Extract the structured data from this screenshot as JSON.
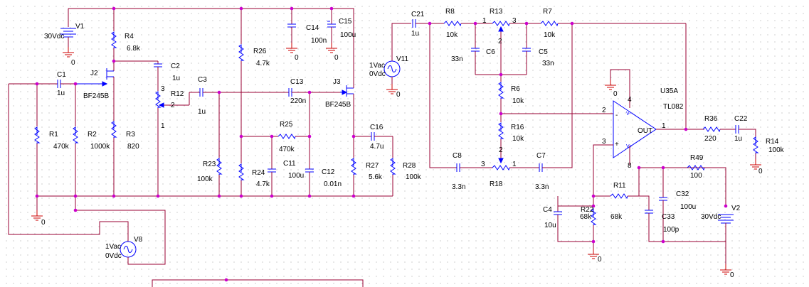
{
  "colors": {
    "wire": "#990033",
    "part": "#0000ff",
    "ground": "#cc0000",
    "junction": "#cc00cc",
    "grid": "#c9c9c9"
  },
  "labels": [
    {
      "id": "v1-val",
      "text": "30Vdc"
    },
    {
      "id": "v1-name",
      "text": "V1"
    },
    {
      "id": "v1-gnd",
      "text": "0"
    },
    {
      "id": "r4-name",
      "text": "R4"
    },
    {
      "id": "r4-val",
      "text": "6.8k"
    },
    {
      "id": "c2-name",
      "text": "C2"
    },
    {
      "id": "c2-val",
      "text": "1u"
    },
    {
      "id": "j2-name",
      "text": "J2"
    },
    {
      "id": "j2-model",
      "text": "BF245B"
    },
    {
      "id": "c1-name",
      "text": "C1"
    },
    {
      "id": "c1-val",
      "text": "1u"
    },
    {
      "id": "r12-pin3",
      "text": "3"
    },
    {
      "id": "r12-name",
      "text": "R12"
    },
    {
      "id": "r12-pin2",
      "text": "2"
    },
    {
      "id": "r12-pin1",
      "text": "1"
    },
    {
      "id": "c3-name",
      "text": "C3"
    },
    {
      "id": "c3-val",
      "text": "1u"
    },
    {
      "id": "r1-name",
      "text": "R1"
    },
    {
      "id": "r1-val",
      "text": "470k"
    },
    {
      "id": "r2-name",
      "text": "R2"
    },
    {
      "id": "r2-val",
      "text": "1000k"
    },
    {
      "id": "r3-name",
      "text": "R3"
    },
    {
      "id": "r3-val",
      "text": "820"
    },
    {
      "id": "gnd-left",
      "text": "0"
    },
    {
      "id": "v8-name",
      "text": "V8"
    },
    {
      "id": "v8-ac",
      "text": "1Vac"
    },
    {
      "id": "v8-dc",
      "text": "0Vdc"
    },
    {
      "id": "r26-name",
      "text": "R26"
    },
    {
      "id": "r26-val",
      "text": "4.7k"
    },
    {
      "id": "c14-name",
      "text": "C14"
    },
    {
      "id": "c14-val",
      "text": "100n"
    },
    {
      "id": "c14-gnd",
      "text": "0"
    },
    {
      "id": "c15-name",
      "text": "C15"
    },
    {
      "id": "c15-val",
      "text": "100u"
    },
    {
      "id": "c15-gnd",
      "text": "0"
    },
    {
      "id": "c13-name",
      "text": "C13"
    },
    {
      "id": "c13-val",
      "text": "220n"
    },
    {
      "id": "j3-name",
      "text": "J3"
    },
    {
      "id": "j3-model",
      "text": "BF245B"
    },
    {
      "id": "r25-name",
      "text": "R25"
    },
    {
      "id": "r25-val",
      "text": "470k"
    },
    {
      "id": "r23-name",
      "text": "R23"
    },
    {
      "id": "r23-val",
      "text": "100k"
    },
    {
      "id": "r24-name",
      "text": "R24"
    },
    {
      "id": "r24-val",
      "text": "4.7k"
    },
    {
      "id": "c11-name",
      "text": "C11"
    },
    {
      "id": "c11-val",
      "text": "100u"
    },
    {
      "id": "c12-name",
      "text": "C12"
    },
    {
      "id": "c12-val",
      "text": "0.01n"
    },
    {
      "id": "c16-name",
      "text": "C16"
    },
    {
      "id": "c16-val",
      "text": "4.7u"
    },
    {
      "id": "r27-name",
      "text": "R27"
    },
    {
      "id": "r27-val",
      "text": "5.6k"
    },
    {
      "id": "r28-name",
      "text": "R28"
    },
    {
      "id": "r28-val",
      "text": "100k"
    },
    {
      "id": "c21-name",
      "text": "C21"
    },
    {
      "id": "c21-val",
      "text": "1u"
    },
    {
      "id": "v11-name",
      "text": "V11"
    },
    {
      "id": "v11-ac",
      "text": "1Vac"
    },
    {
      "id": "v11-dc",
      "text": "0Vdc"
    },
    {
      "id": "v11-gnd",
      "text": "0"
    },
    {
      "id": "r8-name",
      "text": "R8"
    },
    {
      "id": "r8-val",
      "text": "10k"
    },
    {
      "id": "r13-name",
      "text": "R13"
    },
    {
      "id": "r13-pin1",
      "text": "1"
    },
    {
      "id": "r13-pin3",
      "text": "3"
    },
    {
      "id": "r13-pin2",
      "text": "2"
    },
    {
      "id": "r7-name",
      "text": "R7"
    },
    {
      "id": "r7-val",
      "text": "10k"
    },
    {
      "id": "c6-name",
      "text": "C6"
    },
    {
      "id": "c6-val",
      "text": "33n"
    },
    {
      "id": "c5-name",
      "text": "C5"
    },
    {
      "id": "c5-val",
      "text": "33n"
    },
    {
      "id": "r6-name",
      "text": "R6"
    },
    {
      "id": "r6-val",
      "text": "10k"
    },
    {
      "id": "r16-name",
      "text": "R16"
    },
    {
      "id": "r16-val",
      "text": "10k"
    },
    {
      "id": "c8-name",
      "text": "C8"
    },
    {
      "id": "c8-val",
      "text": "3.3n"
    },
    {
      "id": "r18-pin3",
      "text": "3"
    },
    {
      "id": "r18-pin2",
      "text": "2"
    },
    {
      "id": "r18-pin1",
      "text": "1"
    },
    {
      "id": "r18-name",
      "text": "R18"
    },
    {
      "id": "c7-name",
      "text": "C7"
    },
    {
      "id": "c7-val",
      "text": "3.3n"
    },
    {
      "id": "u35-gnd",
      "text": "0"
    },
    {
      "id": "u35-pin4",
      "text": "4"
    },
    {
      "id": "u35-pin2",
      "text": "2"
    },
    {
      "id": "u35-pin3",
      "text": "3"
    },
    {
      "id": "u35-pin1",
      "text": "1"
    },
    {
      "id": "u35-pin8",
      "text": "8"
    },
    {
      "id": "u35-name",
      "text": "U35A"
    },
    {
      "id": "u35-model",
      "text": "TL082"
    },
    {
      "id": "u35-minus",
      "text": "-"
    },
    {
      "id": "u35-plus",
      "text": "+"
    },
    {
      "id": "u35-out",
      "text": "OUT"
    },
    {
      "id": "u35-vneg",
      "text": "V-"
    },
    {
      "id": "u35-vpos",
      "text": "V+"
    },
    {
      "id": "r36-name",
      "text": "R36"
    },
    {
      "id": "r36-val",
      "text": "220"
    },
    {
      "id": "c22-name",
      "text": "C22"
    },
    {
      "id": "c22-val",
      "text": "1u"
    },
    {
      "id": "r14-name",
      "text": "R14"
    },
    {
      "id": "r14-val",
      "text": "100k"
    },
    {
      "id": "r14-gnd",
      "text": "0"
    },
    {
      "id": "r11-name",
      "text": "R11"
    },
    {
      "id": "r11-val",
      "text": "68k"
    },
    {
      "id": "r49-name",
      "text": "R49"
    },
    {
      "id": "r49-val",
      "text": "100"
    },
    {
      "id": "c4-name",
      "text": "C4"
    },
    {
      "id": "c4-val",
      "text": "10u"
    },
    {
      "id": "r22-name",
      "text": "R22"
    },
    {
      "id": "r22-val",
      "text": "68k"
    },
    {
      "id": "r22-gnd",
      "text": "0"
    },
    {
      "id": "c32-name",
      "text": "C32"
    },
    {
      "id": "c32-val",
      "text": "100u"
    },
    {
      "id": "c33-name",
      "text": "C33"
    },
    {
      "id": "c33-val",
      "text": "100p"
    },
    {
      "id": "v2-name",
      "text": "V2"
    },
    {
      "id": "v2-val",
      "text": "30Vdc"
    },
    {
      "id": "v2-gnd",
      "text": "0"
    }
  ]
}
